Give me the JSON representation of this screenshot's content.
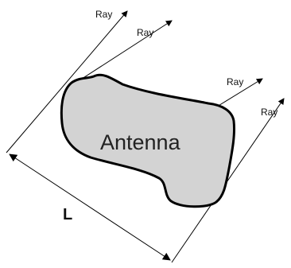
{
  "diagram": {
    "antenna_label": "Antenna",
    "dimension_label": "L",
    "rays": [
      {
        "label": "Ray"
      },
      {
        "label": "Ray"
      },
      {
        "label": "Ray"
      },
      {
        "label": "Ray"
      }
    ]
  },
  "colors": {
    "antenna_fill": "#d3d3d3",
    "stroke": "#000000"
  }
}
